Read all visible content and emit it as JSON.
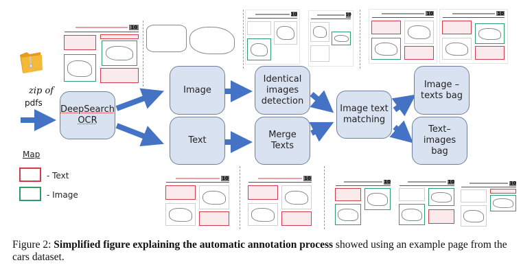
{
  "figure": {
    "input_label_italic": "zip of",
    "input_label": "pdfs",
    "input_icon": "zip-folder-icon",
    "nodes": {
      "ocr": "DeepSearch\nOCR",
      "image": "Image",
      "text": "Text",
      "identical": "Identical\nimages\ndetection",
      "merge": "Merge\nTexts",
      "matching": "Image text\nmatching",
      "image_texts_bag": "Image –\ntexts bag",
      "text_images_bag": "Text–\nimages\nbag"
    },
    "thumbnail_page_number": "10",
    "colors": {
      "node_fill": "#d9e2f1",
      "arrow": "#4472c4",
      "text_box": "#d33a4a",
      "image_box": "#2e9c6a"
    }
  },
  "legend": {
    "title": "Map",
    "items": [
      {
        "label": "- Text",
        "color": "#d33a4a"
      },
      {
        "label": "- Image",
        "color": "#2e9c6a"
      }
    ]
  },
  "caption": {
    "prefix": "Figure 2: ",
    "bold": "Simplified figure explaining the automatic annotation process",
    "rest": " showed using an example page from the cars dataset."
  }
}
